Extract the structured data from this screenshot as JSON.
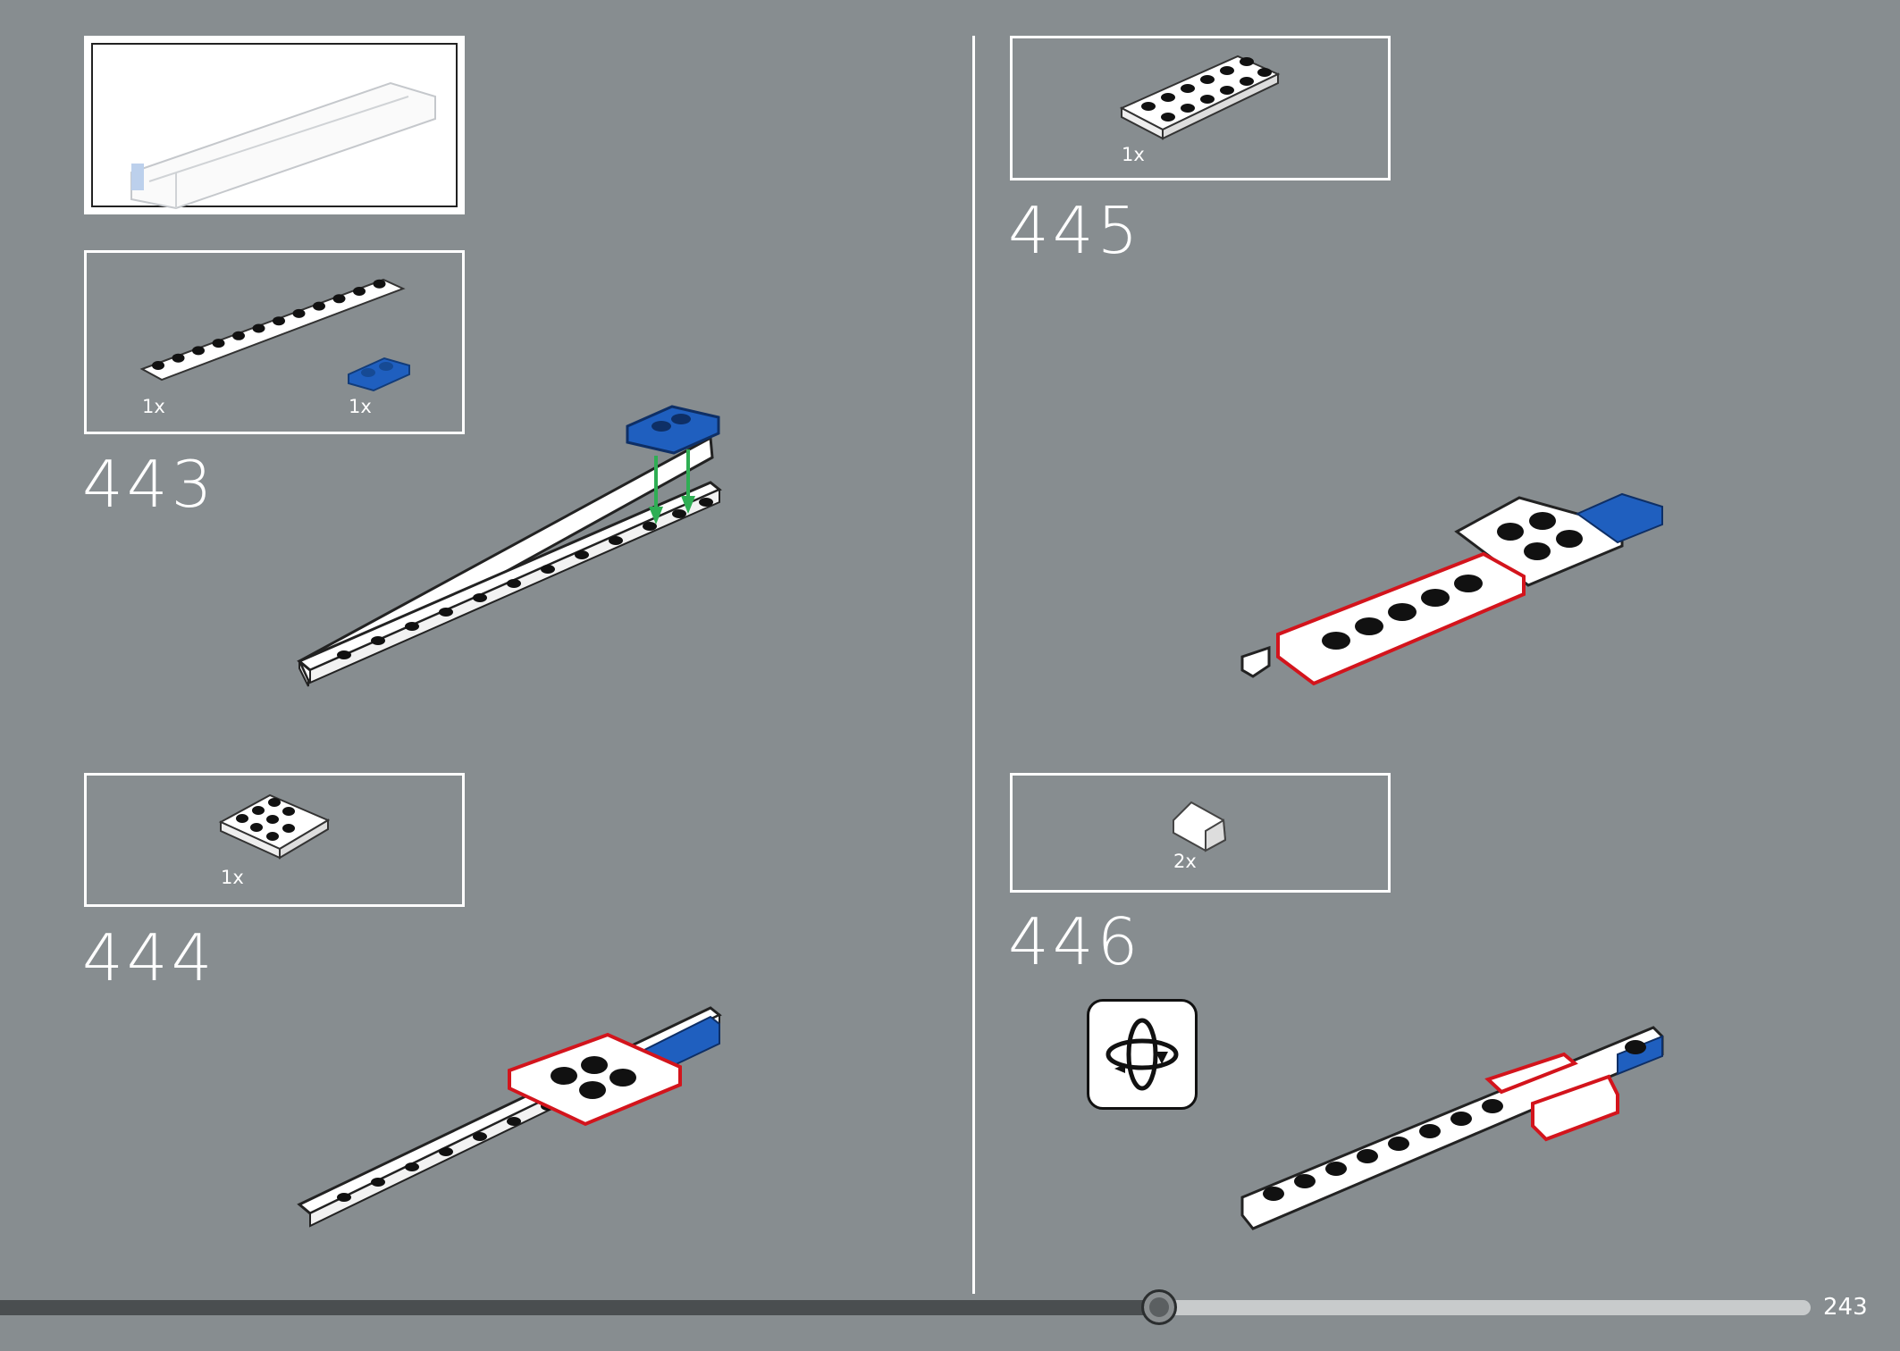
{
  "page": {
    "number": "243",
    "progress_percent": 64
  },
  "steps": [
    {
      "id": "443",
      "number": "443",
      "parts": [
        {
          "qty": "1x",
          "part": "white-plate-1x12"
        },
        {
          "qty": "1x",
          "part": "blue-plate-1x2"
        }
      ]
    },
    {
      "id": "444",
      "number": "444",
      "parts": [
        {
          "qty": "1x",
          "part": "white-plate-3x3-corner"
        }
      ]
    },
    {
      "id": "445",
      "number": "445",
      "parts": [
        {
          "qty": "1x",
          "part": "white-plate-2x6"
        }
      ]
    },
    {
      "id": "446",
      "number": "446",
      "parts": [
        {
          "qty": "2x",
          "part": "white-slope-tile"
        }
      ]
    }
  ],
  "icons": {
    "rotate": "rotate-model-icon"
  },
  "colors": {
    "background": "#878d90",
    "highlight": "#d3141c",
    "arrow": "#2fae54",
    "blue": "#1f5fbf"
  }
}
